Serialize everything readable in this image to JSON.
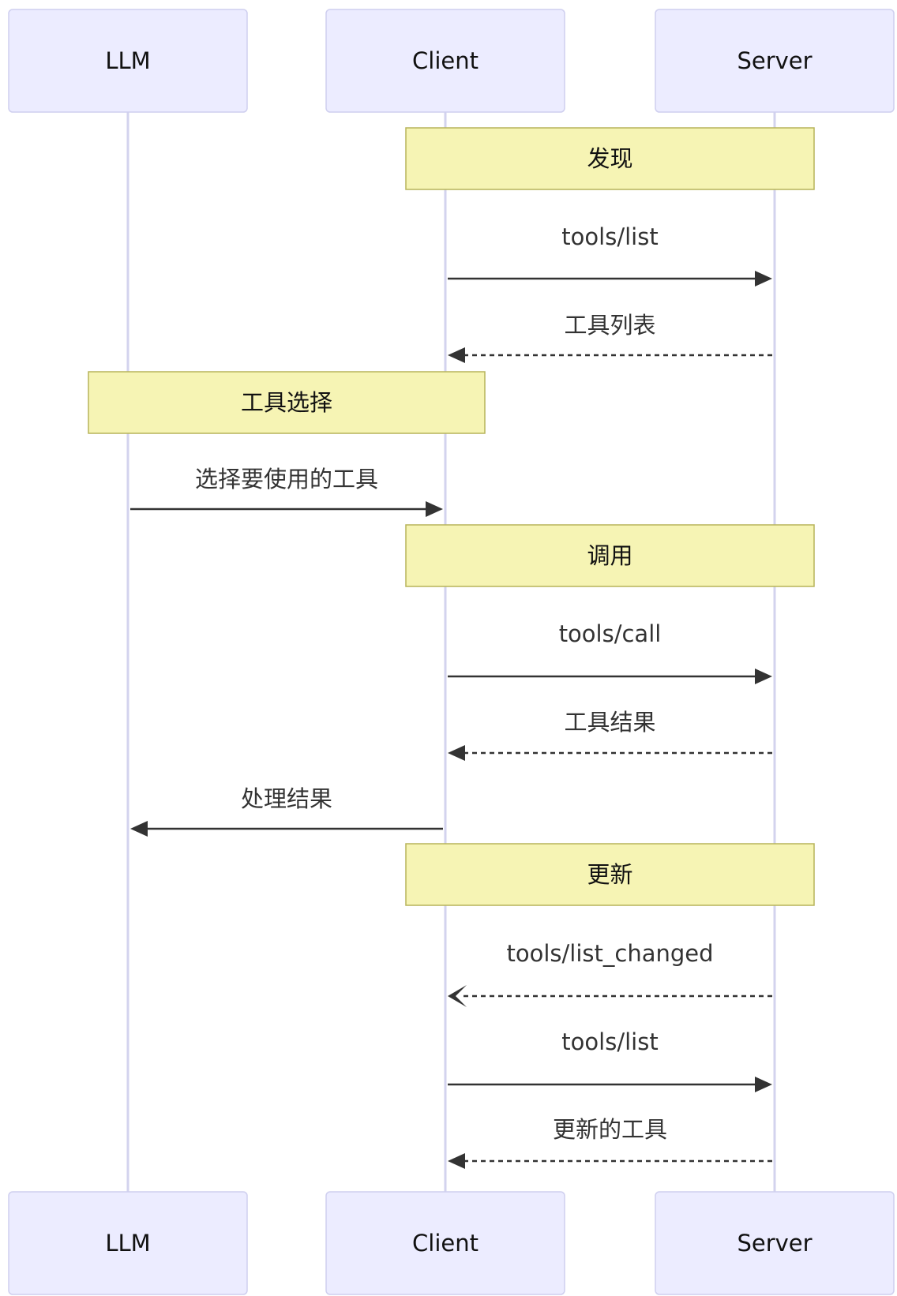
{
  "participants": [
    {
      "id": "llm",
      "label": "LLM"
    },
    {
      "id": "client",
      "label": "Client"
    },
    {
      "id": "server",
      "label": "Server"
    }
  ],
  "events": [
    {
      "kind": "note",
      "from": "client",
      "to": "server",
      "text": "发现"
    },
    {
      "kind": "message",
      "from": "client",
      "to": "server",
      "text": "tools/list",
      "style": "solid",
      "arrow": "filled"
    },
    {
      "kind": "message",
      "from": "server",
      "to": "client",
      "text": "工具列表",
      "style": "dashed",
      "arrow": "filled"
    },
    {
      "kind": "note",
      "from": "llm",
      "to": "client",
      "text": "工具选择"
    },
    {
      "kind": "message",
      "from": "llm",
      "to": "client",
      "text": "选择要使用的工具",
      "style": "solid",
      "arrow": "filled"
    },
    {
      "kind": "note",
      "from": "client",
      "to": "server",
      "text": "调用"
    },
    {
      "kind": "message",
      "from": "client",
      "to": "server",
      "text": "tools/call",
      "style": "solid",
      "arrow": "filled"
    },
    {
      "kind": "message",
      "from": "server",
      "to": "client",
      "text": "工具结果",
      "style": "dashed",
      "arrow": "filled"
    },
    {
      "kind": "message",
      "from": "client",
      "to": "llm",
      "text": "处理结果",
      "style": "solid",
      "arrow": "filled"
    },
    {
      "kind": "note",
      "from": "client",
      "to": "server",
      "text": "更新"
    },
    {
      "kind": "message",
      "from": "server",
      "to": "client",
      "text": "tools/list_changed",
      "style": "dashed",
      "arrow": "open"
    },
    {
      "kind": "message",
      "from": "client",
      "to": "server",
      "text": "tools/list",
      "style": "solid",
      "arrow": "filled"
    },
    {
      "kind": "message",
      "from": "server",
      "to": "client",
      "text": "更新的工具",
      "style": "dashed",
      "arrow": "filled"
    }
  ],
  "colors": {
    "actor_fill": "#ECECFF",
    "actor_border": "#CFCFEF",
    "lifeline": "#D3D3EE",
    "note_fill": "#F6F4B4",
    "note_border": "#B7B45A",
    "message_line": "#333333",
    "text": "#111111"
  }
}
